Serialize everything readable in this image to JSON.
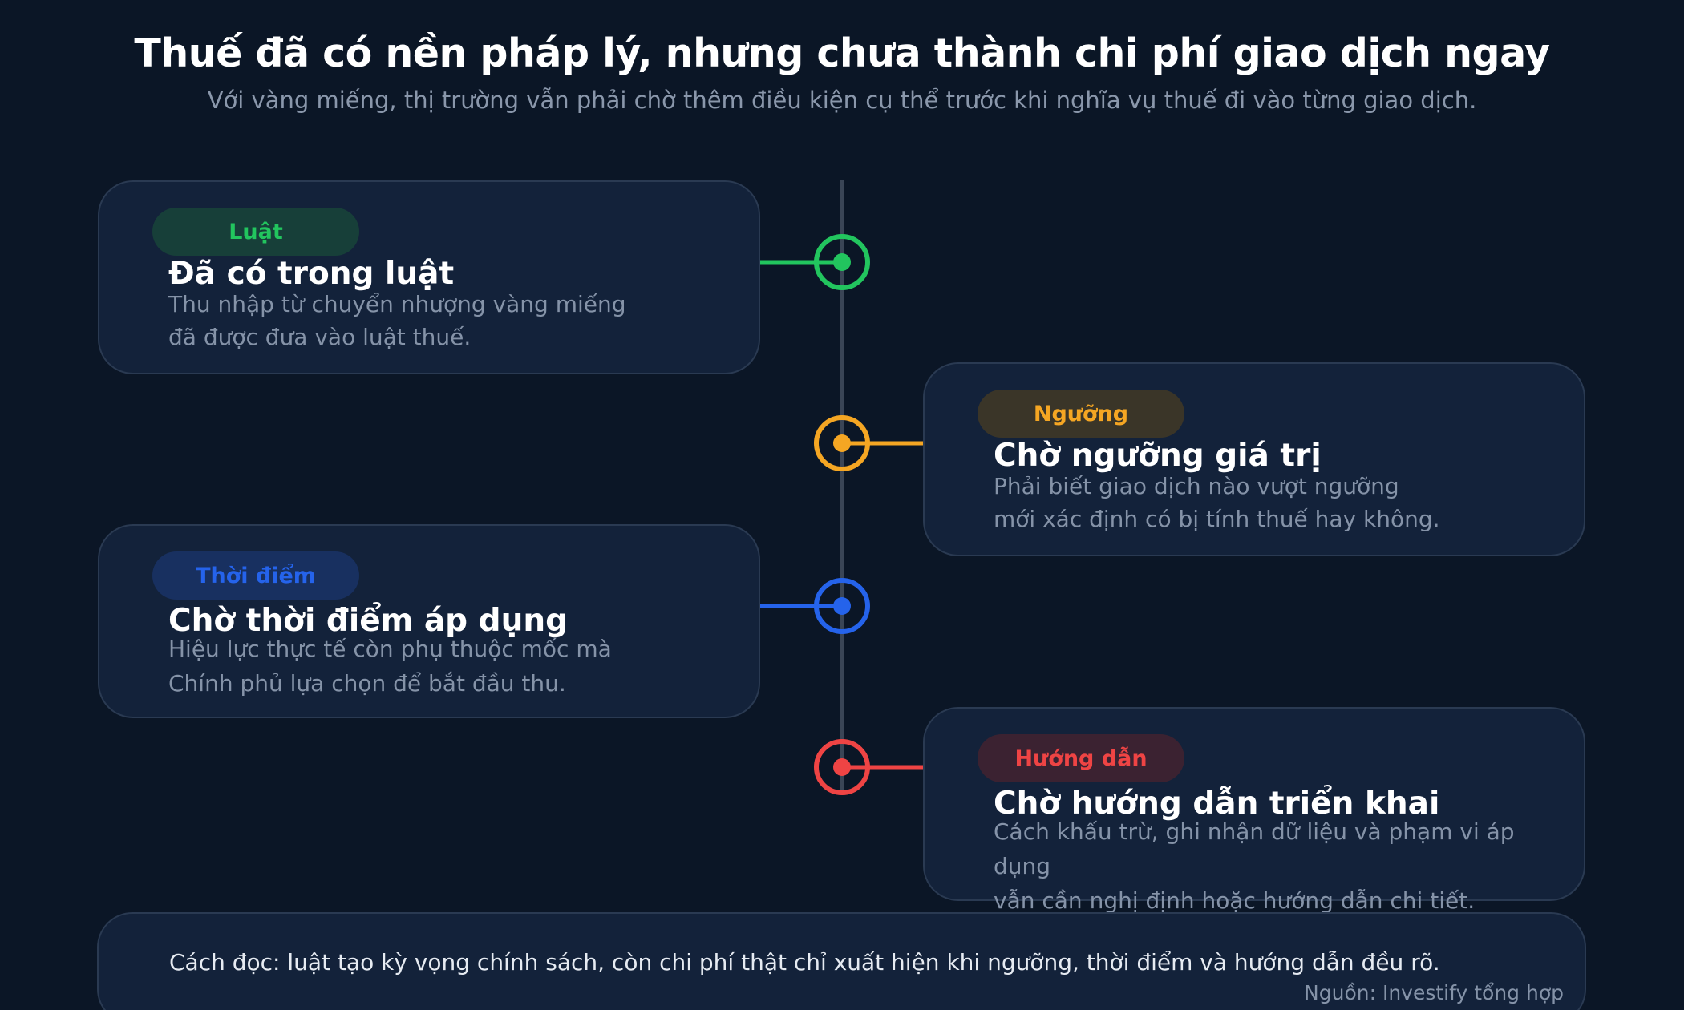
{
  "header": {
    "title": "Thuế đã có nền pháp lý, nhưng chưa thành chi phí giao dịch ngay",
    "subtitle": "Với vàng miếng, thị trường vẫn phải chờ thêm điều kiện cụ thể trước khi nghĩa vụ thuế đi vào từng giao dịch."
  },
  "steps": [
    {
      "tag": "Luật",
      "title": "Đã có trong luật",
      "desc_line1": "Thu nhập từ chuyển nhượng vàng miếng",
      "desc_line2": "đã được đưa vào luật thuế.",
      "color": "#22c55e",
      "pill_bg": "#173f39"
    },
    {
      "tag": "Ngưỡng",
      "title": "Chờ ngưỡng giá trị",
      "desc_line1": "Phải biết giao dịch nào vượt ngưỡng",
      "desc_line2": "mới xác định có bị tính thuế hay không.",
      "color": "#f5a623",
      "pill_bg": "#3a3528"
    },
    {
      "tag": "Thời điểm",
      "title": "Chờ thời điểm áp dụng",
      "desc_line1": "Hiệu lực thực tế còn phụ thuộc mốc mà",
      "desc_line2": "Chính phủ lựa chọn để bắt đầu thu.",
      "color": "#2563eb",
      "pill_bg": "#183060"
    },
    {
      "tag": "Hướng dẫn",
      "title": "Chờ hướng dẫn triển khai",
      "desc_line1": "Cách khấu trừ, ghi nhận dữ liệu và phạm vi áp dụng",
      "desc_line2": "vẫn cần nghị định hoặc hướng dẫn chi tiết.",
      "color": "#ef4444",
      "pill_bg": "#3b2231"
    }
  ],
  "footer": {
    "note": "Cách đọc: luật tạo kỳ vọng chính sách, còn chi phí thật chỉ xuất hiện khi ngưỡng, thời điểm và hướng dẫn đều rõ.",
    "source": "Nguồn: Investify tổng hợp"
  }
}
